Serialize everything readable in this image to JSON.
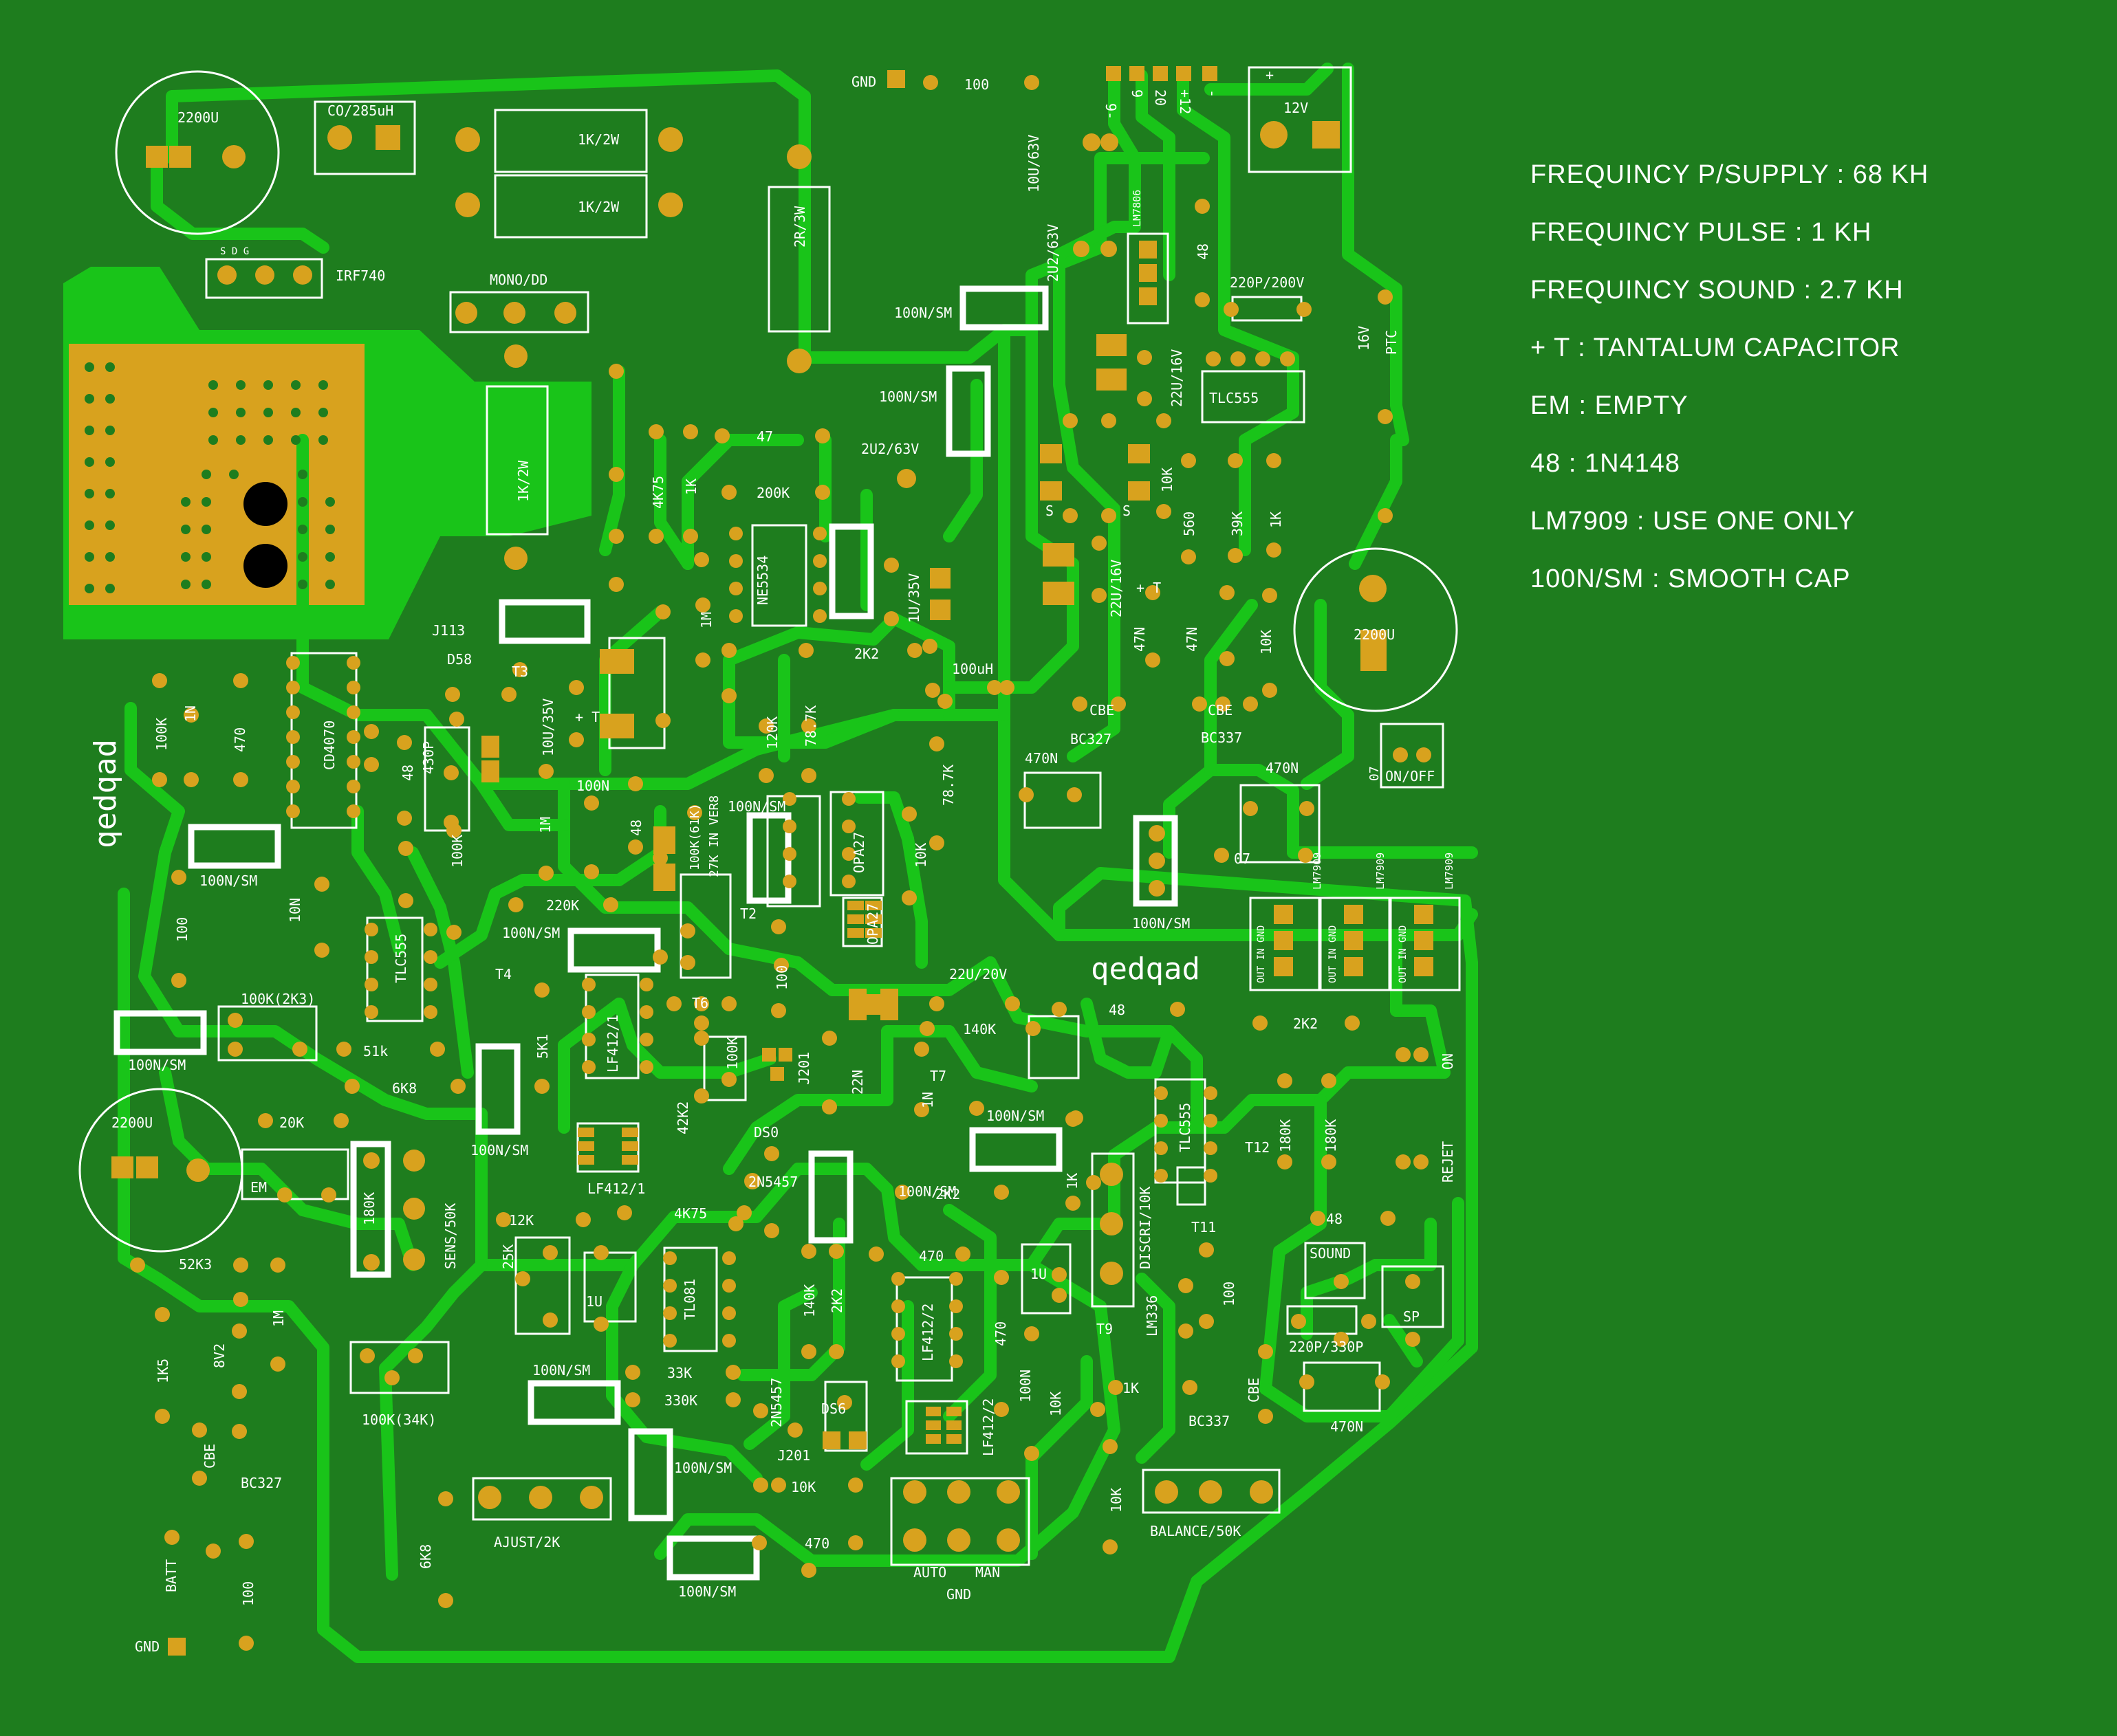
{
  "colors": {
    "board": "#1e7d1e",
    "trace": "#19c419",
    "pad": "#d8a21e",
    "hole": "#2a7a1e",
    "silk": "#ffffff"
  },
  "notes": [
    "FREQUINCY P/SUPPLY : 68 KH",
    "FREQUINCY PULSE : 1 KH",
    "FREQUINCY SOUND : 2.7 KH",
    "+ T : TANTALUM CAPACITOR",
    "EM : EMPTY",
    "48 : 1N4148",
    "LM7909 : USE ONE ONLY",
    "100N/SM : SMOOTH CAP"
  ],
  "brand": "qedqad",
  "labels": {
    "gnd": "GND",
    "r100": "100",
    "c2200": "2200U",
    "co285": "CO/285uH",
    "r1k2w": "1K/2W",
    "r2r3w": "2R/3W",
    "irf740": "IRF740",
    "sdg": "S   D   G",
    "monodd": "MONO/DD",
    "c10u63": "10U/63V",
    "c2u263": "2U2/63V",
    "lm7806": "LM7806",
    "r48": "48",
    "v12": "12V",
    "c220p200": "220P/200V",
    "v16": "16V",
    "ptc": "PTC",
    "c100nsm": "100N/SM",
    "c22u16": "22U/16V",
    "tlc555": "TLC555",
    "r47": "47",
    "r200k": "200K",
    "r4k75": "4K75",
    "r1k": "1K",
    "ne5534": "NE5534",
    "c1u35": "1U/35V",
    "r10k": "10K",
    "r560": "560",
    "r39k": "39K",
    "r2k2": "2K2",
    "r1m": "1M",
    "j113": "J113",
    "t3": "T3",
    "d58": "D58",
    "c10u35": "10U/35V",
    "cd4070": "CD4070",
    "r120k": "120K",
    "r787k": "78.7K",
    "l100uh": "100uH",
    "c47n": "47N",
    "bc327": "BC327",
    "bc337": "BC337",
    "cbe": "CBE",
    "d07": "07",
    "onoff": "ON/OFF",
    "c470n": "470N",
    "r1n": "1N",
    "r470": "470",
    "c430p": "430P",
    "c100n": "100N",
    "r100k": "100K",
    "r100k61k": "100K(61K)",
    "k27ver8": "27K IN VER8",
    "opa27": "OPA27",
    "lm7909": "LM7909",
    "oin": "OUT IN GND",
    "c10n": "10N",
    "r220k": "220K",
    "t2": "T2",
    "t4": "T4",
    "c22u20": "22U/20V",
    "r140k": "140K",
    "r100k2k3": "100K(2K3)",
    "r51k": "51k",
    "r6k8": "6K8",
    "r5k1": "5K1",
    "lf4121": "LF412/1",
    "t6": "T6",
    "j201": "J201",
    "c22n": "22N",
    "t7": "T7",
    "ds0": "DS0",
    "r42k2": "42K2",
    "n2n5457": "2N5457",
    "r20k": "20K",
    "em": "EM",
    "r180k": "180K",
    "sens": "SENS/50K",
    "r12k": "12K",
    "r25k": "25K",
    "c1u": "1U",
    "tl081": "TL081",
    "discri": "DISCRI/10K",
    "t11": "T11",
    "t12": "T12",
    "on": "ON",
    "rejet": "REJET",
    "sound": "SOUND",
    "sp": "SP",
    "lm336": "LM336",
    "c220p330p": "220P/330P",
    "r52k3": "52K3",
    "r1k5": "1K5",
    "v82": "8V2",
    "r100k34k": "100K(34K)",
    "r33k": "33K",
    "r330k": "330K",
    "ds6": "DS6",
    "lf4122": "LF412/2",
    "t9": "T9",
    "batt": "BATT",
    "ajust": "AJUST/2K",
    "auto": "AUTO",
    "man": "MAN",
    "balance": "BALANCE/50K",
    "plus": "+",
    "plust": "+ T",
    "n20": "20",
    "n12": "+12",
    "n9": "9",
    "n9m": "9-",
    "minus": "-",
    "s": "S",
    "r10kb": "10K"
  }
}
